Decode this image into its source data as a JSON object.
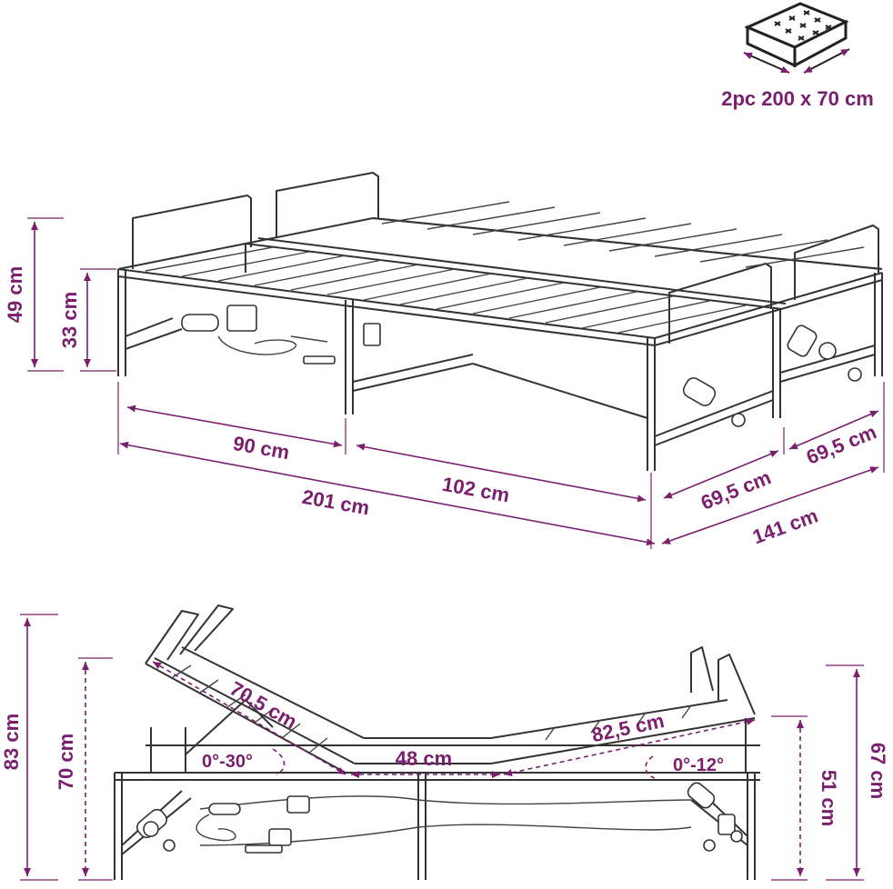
{
  "mattress_spec": {
    "icon": "mattress-icon",
    "label": "2pc 200 x 70 cm"
  },
  "top_view": {
    "dimensions": {
      "total_height": "49 cm",
      "frame_height": "33 cm",
      "section_a_length": "90 cm",
      "section_b_length": "102 cm",
      "total_length": "201 cm",
      "bed_width_front": "69,5 cm",
      "bed_width_rear": "69,5 cm",
      "total_width": "141 cm"
    }
  },
  "side_view": {
    "dimensions": {
      "head_raised_height": "83 cm",
      "head_raised_inner_height": "70 cm",
      "head_section_length": "70,5 cm",
      "head_angle_range": "0°-30°",
      "middle_section_length": "48 cm",
      "foot_section_length": "82,5 cm",
      "foot_angle_range": "0°-12°",
      "foot_frame_height": "51 cm",
      "foot_raised_height": "67 cm"
    }
  },
  "colors": {
    "accent": "#7a1f6e",
    "line": "#333333",
    "background": "#ffffff"
  }
}
